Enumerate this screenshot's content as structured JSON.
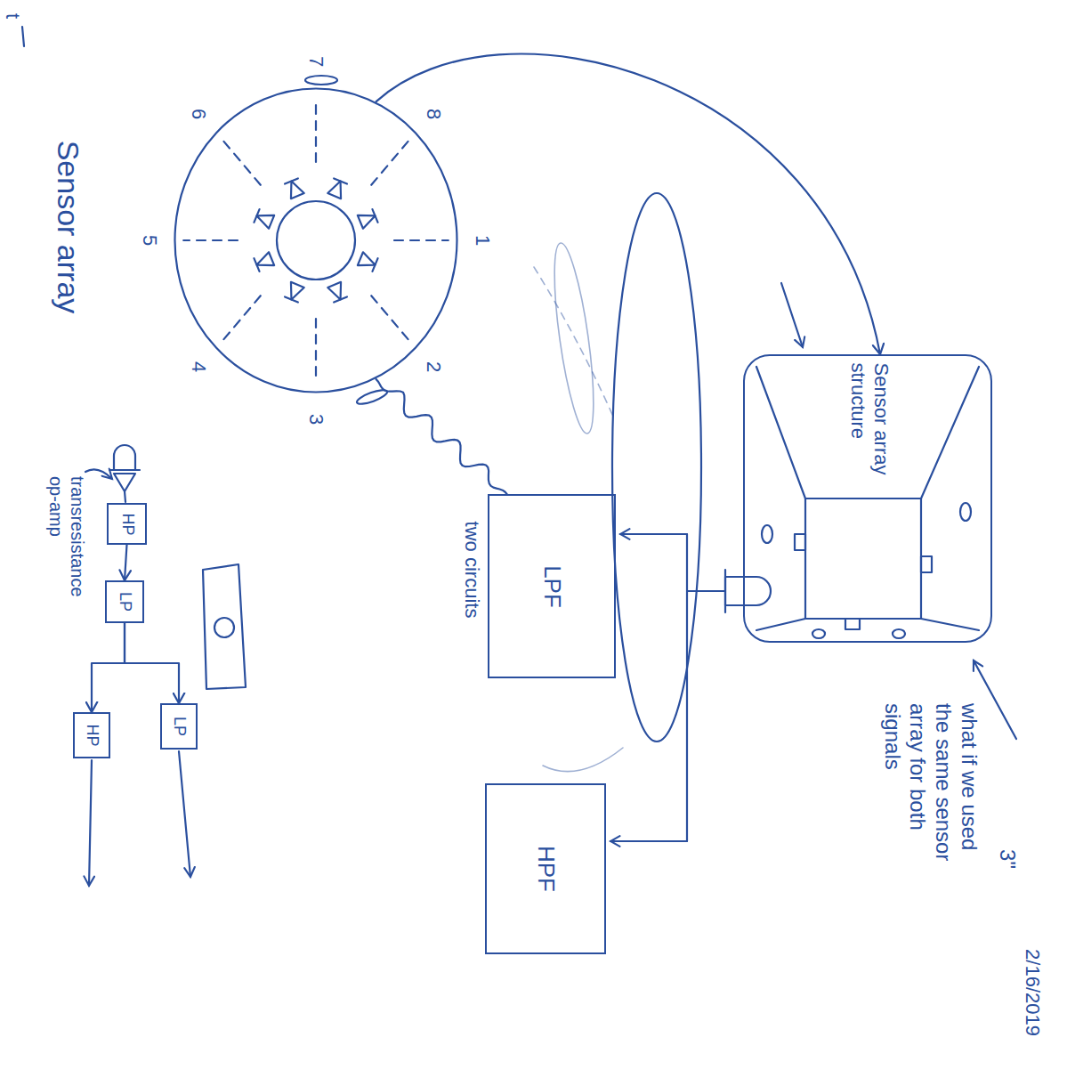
{
  "diagram": {
    "nodes": [
      {
        "text": [
          "Sensor array"
        ]
      },
      {
        "text": [
          "Sensor array structure"
        ]
      },
      {
        "text": [
          "LPF"
        ]
      },
      {
        "text": [
          "HPF"
        ]
      },
      {
        "text": [
          "HP"
        ]
      },
      {
        "text": [
          "LP"
        ]
      },
      {
        "text": [
          "LP"
        ]
      },
      {
        "text": [
          "HP"
        ]
      }
    ],
    "edges": [
      {
        "from": 0,
        "to": 1,
        "arrow": "to"
      },
      {
        "from": 0,
        "to": 2,
        "arrow": "none"
      },
      {
        "from": 4,
        "to": 5,
        "arrow": "to"
      },
      {
        "from": 5,
        "to": 6,
        "arrow": "to"
      },
      {
        "from": 5,
        "to": 7,
        "arrow": "to"
      }
    ],
    "labels": [
      "t",
      "1",
      "2",
      "3",
      "4",
      "5",
      "6",
      "7",
      "8",
      "3\"",
      "2/16/2019",
      "what if we used the same sensor array for both signals",
      "two circuits",
      "transresistance op-amp"
    ]
  }
}
